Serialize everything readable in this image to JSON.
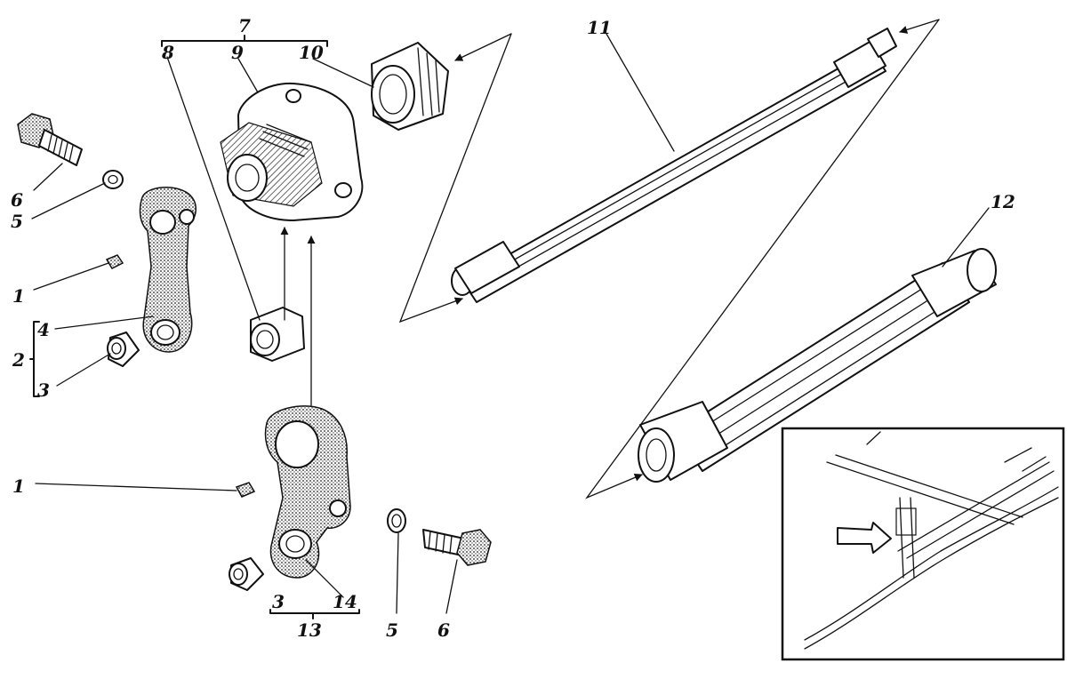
{
  "callouts": {
    "c7": "7",
    "c8": "8",
    "c9": "9",
    "c10": "10",
    "c11": "11",
    "c12": "12",
    "c6a": "6",
    "c5a": "5",
    "c1a": "1",
    "c4": "4",
    "c2": "2",
    "c3a": "3",
    "c1b": "1",
    "c3b": "3",
    "c14": "14",
    "c13": "13",
    "c5b": "5",
    "c6b": "6"
  }
}
